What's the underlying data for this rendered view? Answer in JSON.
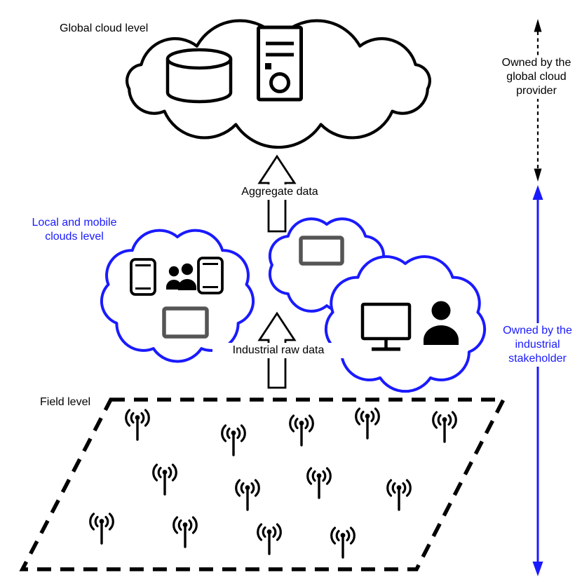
{
  "colors": {
    "blue": "#1a1aff",
    "gray": "#555555",
    "ink": "#000000"
  },
  "levels": {
    "global": {
      "label": "Global cloud level",
      "icons": [
        "database-icon",
        "server-icon"
      ]
    },
    "local": {
      "label": "Local and mobile\nclouds level",
      "icons": [
        "smartphone-icon",
        "users-icon",
        "smartphone-icon",
        "display-icon",
        "display-icon",
        "desktop-monitor-icon",
        "person-icon"
      ]
    },
    "field": {
      "label": "Field level",
      "icon": "antenna-icon",
      "antenna_count": 13
    }
  },
  "flows": {
    "aggregate_data": {
      "label": "Aggregate data"
    },
    "industrial_raw_data": {
      "label": "Industrial raw data"
    }
  },
  "ownership": {
    "global_provider": {
      "label": "Owned by the\nglobal cloud\nprovider"
    },
    "industrial_stakeholder": {
      "label": "Owned by the\nindustrial\nstakeholder"
    }
  }
}
